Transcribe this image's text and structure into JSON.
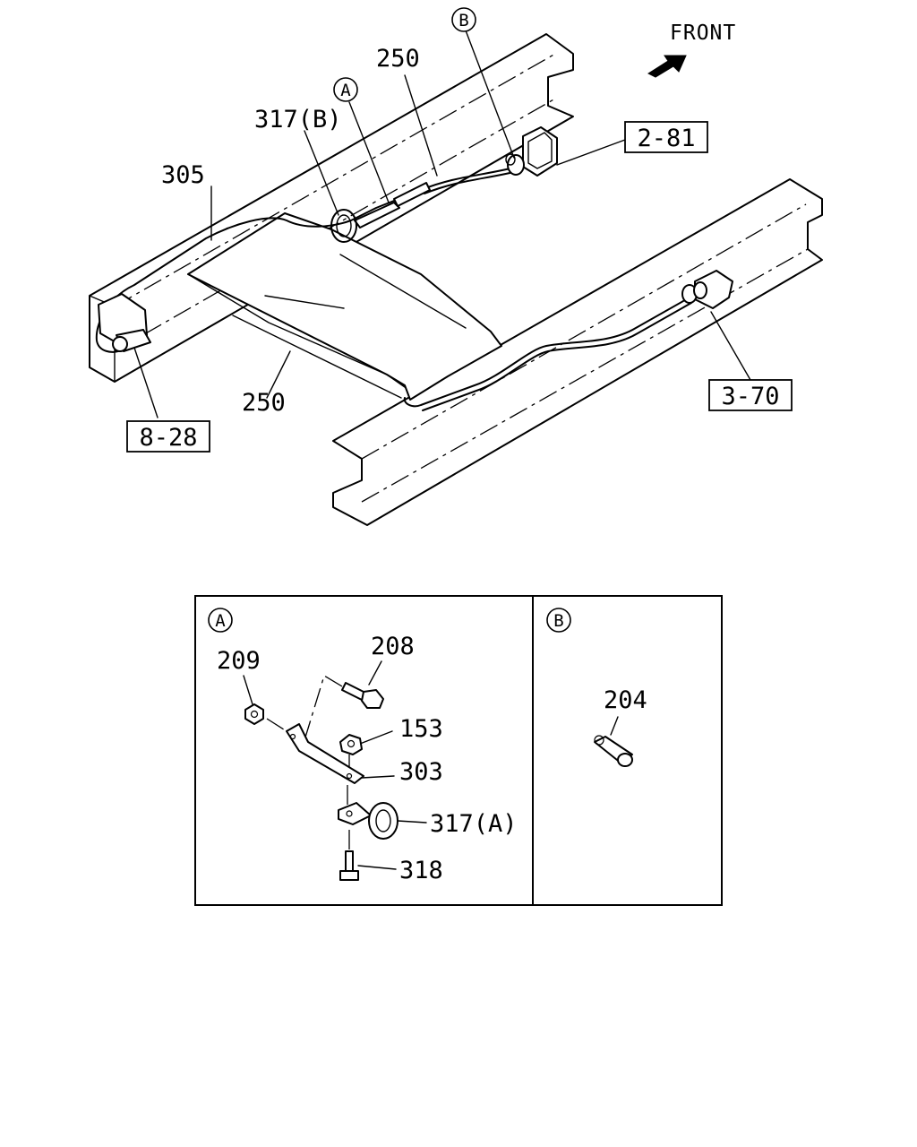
{
  "front_label": "FRONT",
  "callouts": {
    "ref_a": "A",
    "ref_b": "B",
    "p250_top": "250",
    "p317b": "317(B)",
    "p305": "305",
    "p250_bottom": "250"
  },
  "boxed_refs": {
    "r281": "2-81",
    "r370": "3-70",
    "r828": "8-28"
  },
  "detail_a": {
    "marker": "A",
    "parts": [
      "209",
      "208",
      "153",
      "303",
      "317(A)",
      "318"
    ]
  },
  "detail_b": {
    "marker": "B",
    "parts": [
      "204"
    ]
  }
}
